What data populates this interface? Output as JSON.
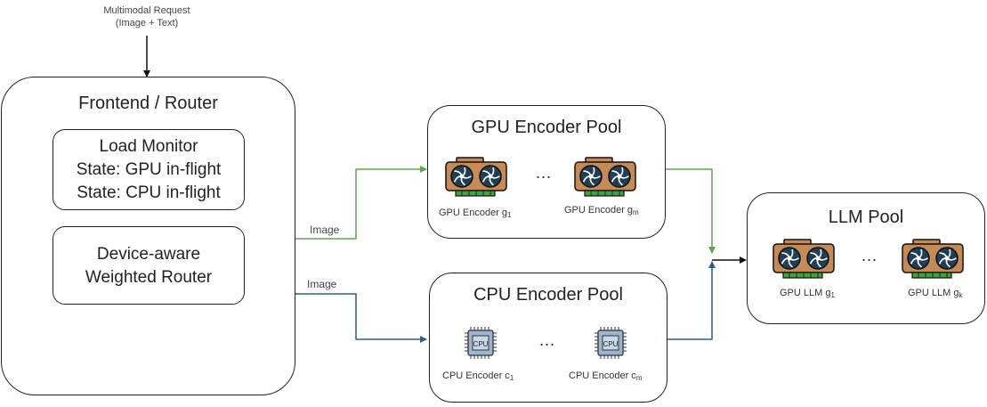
{
  "request": {
    "line1": "Multimodal Request",
    "line2": "(Image + Text)"
  },
  "frontend": {
    "title": "Frontend / Router",
    "load_monitor": {
      "line1": "Load Monitor",
      "line2": "State: GPU in-flight",
      "line3": "State: CPU in-flight"
    },
    "router": {
      "line1": "Device-aware",
      "line2": "Weighted Router"
    }
  },
  "edges": {
    "gpu_label": "Image",
    "cpu_label": "Image"
  },
  "gpu_pool": {
    "title": "GPU Encoder Pool",
    "ellipsis": "...",
    "first": {
      "name": "GPU Encoder g",
      "sub": "1"
    },
    "last": {
      "name": "GPU Encoder g",
      "sub": "m"
    }
  },
  "cpu_pool": {
    "title": "CPU Encoder Pool",
    "ellipsis": "...",
    "chip_text": "CPU",
    "first": {
      "name": "CPU Encoder c",
      "sub": "1"
    },
    "last": {
      "name": "CPU Encoder c",
      "sub": "m"
    }
  },
  "llm_pool": {
    "title": "LLM Pool",
    "ellipsis": "...",
    "first": {
      "name": "GPU LLM g",
      "sub": "1"
    },
    "last": {
      "name": "GPU LLM g",
      "sub": "k"
    }
  },
  "colors": {
    "gpu_edge": "#5aa84b",
    "cpu_edge": "#2f5f84",
    "line": "#111111",
    "gpu_body": "#c58a55",
    "gpu_fan": "#1f3e58",
    "gpu_pcb": "#3ea33e",
    "chip": "#9cb6d2"
  },
  "icons": {
    "gpu": "graphics-card-icon",
    "cpu": "cpu-chip-icon"
  }
}
